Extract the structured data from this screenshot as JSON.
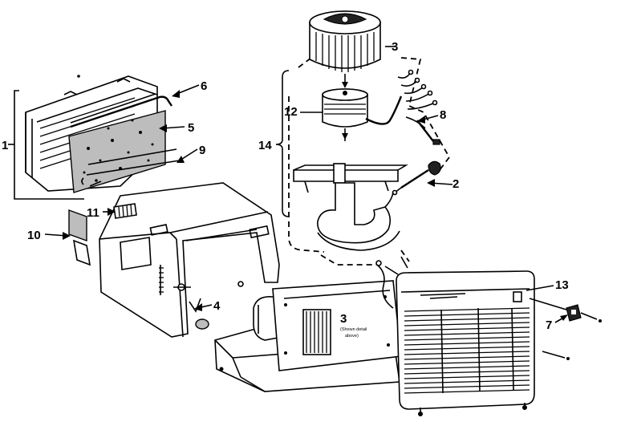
{
  "callouts": {
    "c1": "1",
    "c2": "2",
    "c3_top": "3",
    "c3_inner": "3",
    "c4": "4",
    "c5": "5",
    "c6": "6",
    "c7": "7",
    "c8": "8",
    "c9": "9",
    "c10": "10",
    "c11": "11",
    "c12": "12",
    "c13": "13",
    "c14": "14"
  },
  "notes": {
    "see_detail_line1": "(Shown detail",
    "see_detail_line2": "above)"
  }
}
